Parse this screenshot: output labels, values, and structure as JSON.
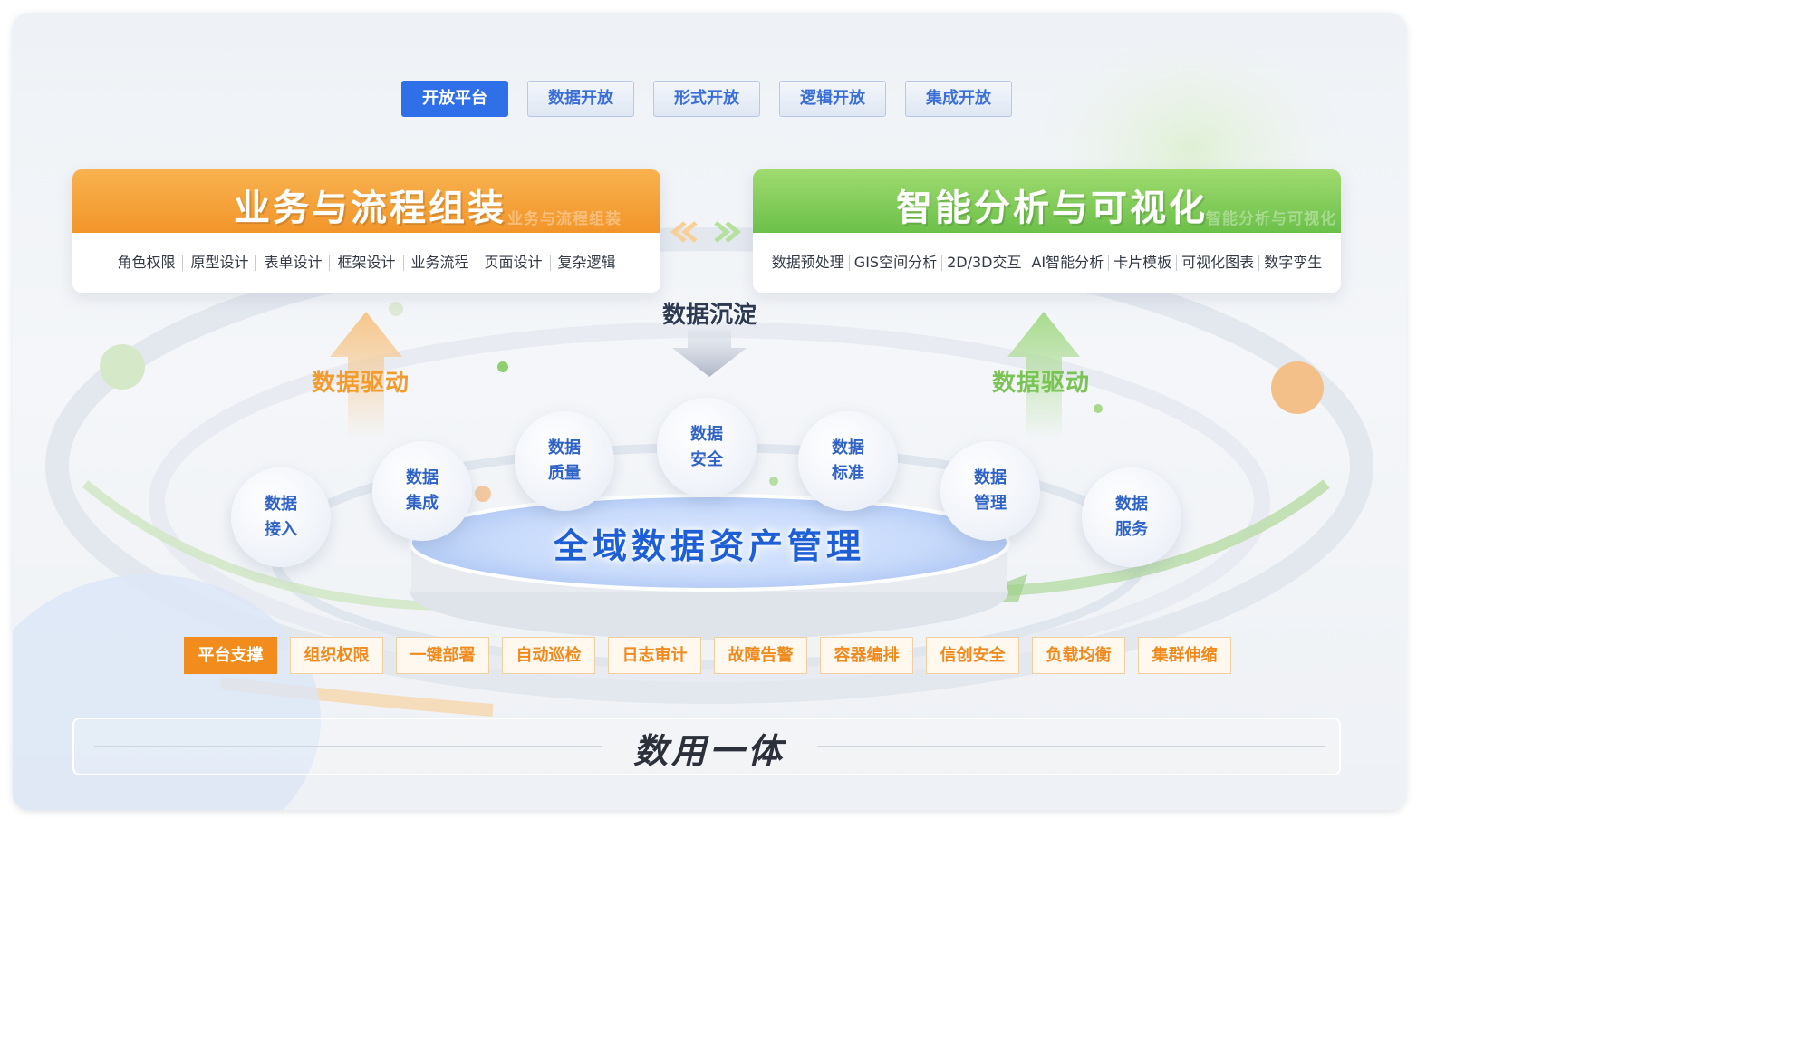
{
  "colors": {
    "blue_accent": "#2f6fe8",
    "orange_accent": "#f28c1c",
    "green_accent": "#6cc04a",
    "dark_text": "#2b303b"
  },
  "tabs": [
    {
      "label": "开放平台",
      "active": true
    },
    {
      "label": "数据开放",
      "active": false
    },
    {
      "label": "形式开放",
      "active": false
    },
    {
      "label": "逻辑开放",
      "active": false
    },
    {
      "label": "集成开放",
      "active": false
    }
  ],
  "left_panel": {
    "title": "业务与流程组装",
    "ghost": "业务与流程组装",
    "items": [
      "角色权限",
      "原型设计",
      "表单设计",
      "框架设计",
      "业务流程",
      "页面设计",
      "复杂逻辑"
    ]
  },
  "right_panel": {
    "title": "智能分析与可视化",
    "ghost": "智能分析与可视化",
    "items": [
      "数据预处理",
      "GIS空间分析",
      "2D/3D交互",
      "AI智能分析",
      "卡片模板",
      "可视化图表",
      "数字孪生"
    ]
  },
  "flow": {
    "settle_label": "数据沉淀",
    "drive_left": "数据驱动",
    "drive_right": "数据驱动"
  },
  "bubbles": [
    {
      "line1": "数据",
      "line2": "接入"
    },
    {
      "line1": "数据",
      "line2": "集成"
    },
    {
      "line1": "数据",
      "line2": "质量"
    },
    {
      "line1": "数据",
      "line2": "安全"
    },
    {
      "line1": "数据",
      "line2": "标准"
    },
    {
      "line1": "数据",
      "line2": "管理"
    },
    {
      "line1": "数据",
      "line2": "服务"
    }
  ],
  "core_title": "全域数据资产管理",
  "footer_tags": [
    {
      "label": "平台支撑",
      "active": true
    },
    {
      "label": "组织权限",
      "active": false
    },
    {
      "label": "一键部署",
      "active": false
    },
    {
      "label": "自动巡检",
      "active": false
    },
    {
      "label": "日志审计",
      "active": false
    },
    {
      "label": "故障告警",
      "active": false
    },
    {
      "label": "容器编排",
      "active": false
    },
    {
      "label": "信创安全",
      "active": false
    },
    {
      "label": "负载均衡",
      "active": false
    },
    {
      "label": "集群伸缩",
      "active": false
    }
  ],
  "bottom_title": "数用一体"
}
